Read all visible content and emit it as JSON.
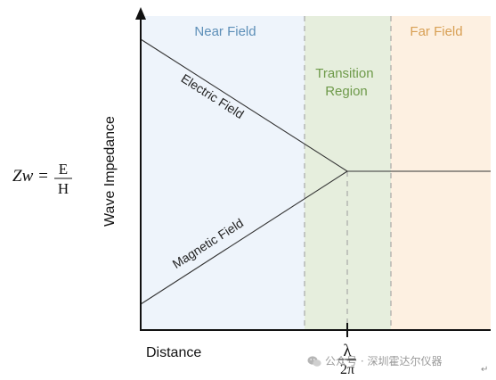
{
  "regions": {
    "near_field": {
      "label": "Near Field",
      "color": "#eef4fb",
      "text_color": "#5d8fb8"
    },
    "transition": {
      "label": "Transition\nRegion",
      "lines": [
        "Transition",
        "Region"
      ],
      "color": "#e6eedd",
      "text_color": "#6e9a4a"
    },
    "far_field": {
      "label": "Far Field",
      "color": "#fdf0e1",
      "text_color": "#d8a055"
    }
  },
  "curves": {
    "electric": {
      "label": "Electric Field"
    },
    "magnetic": {
      "label": "Magnetic Field"
    }
  },
  "axes": {
    "y_label": "Wave Impedance",
    "x_label": "Distance"
  },
  "formula": {
    "lhs": "Zw =",
    "numerator": "E",
    "denominator": "H"
  },
  "tick": {
    "numerator": "λ",
    "denominator": "2π"
  },
  "watermark": {
    "text": "公众号 · 深圳霍达尔仪器"
  },
  "return_symbol": "↵"
}
